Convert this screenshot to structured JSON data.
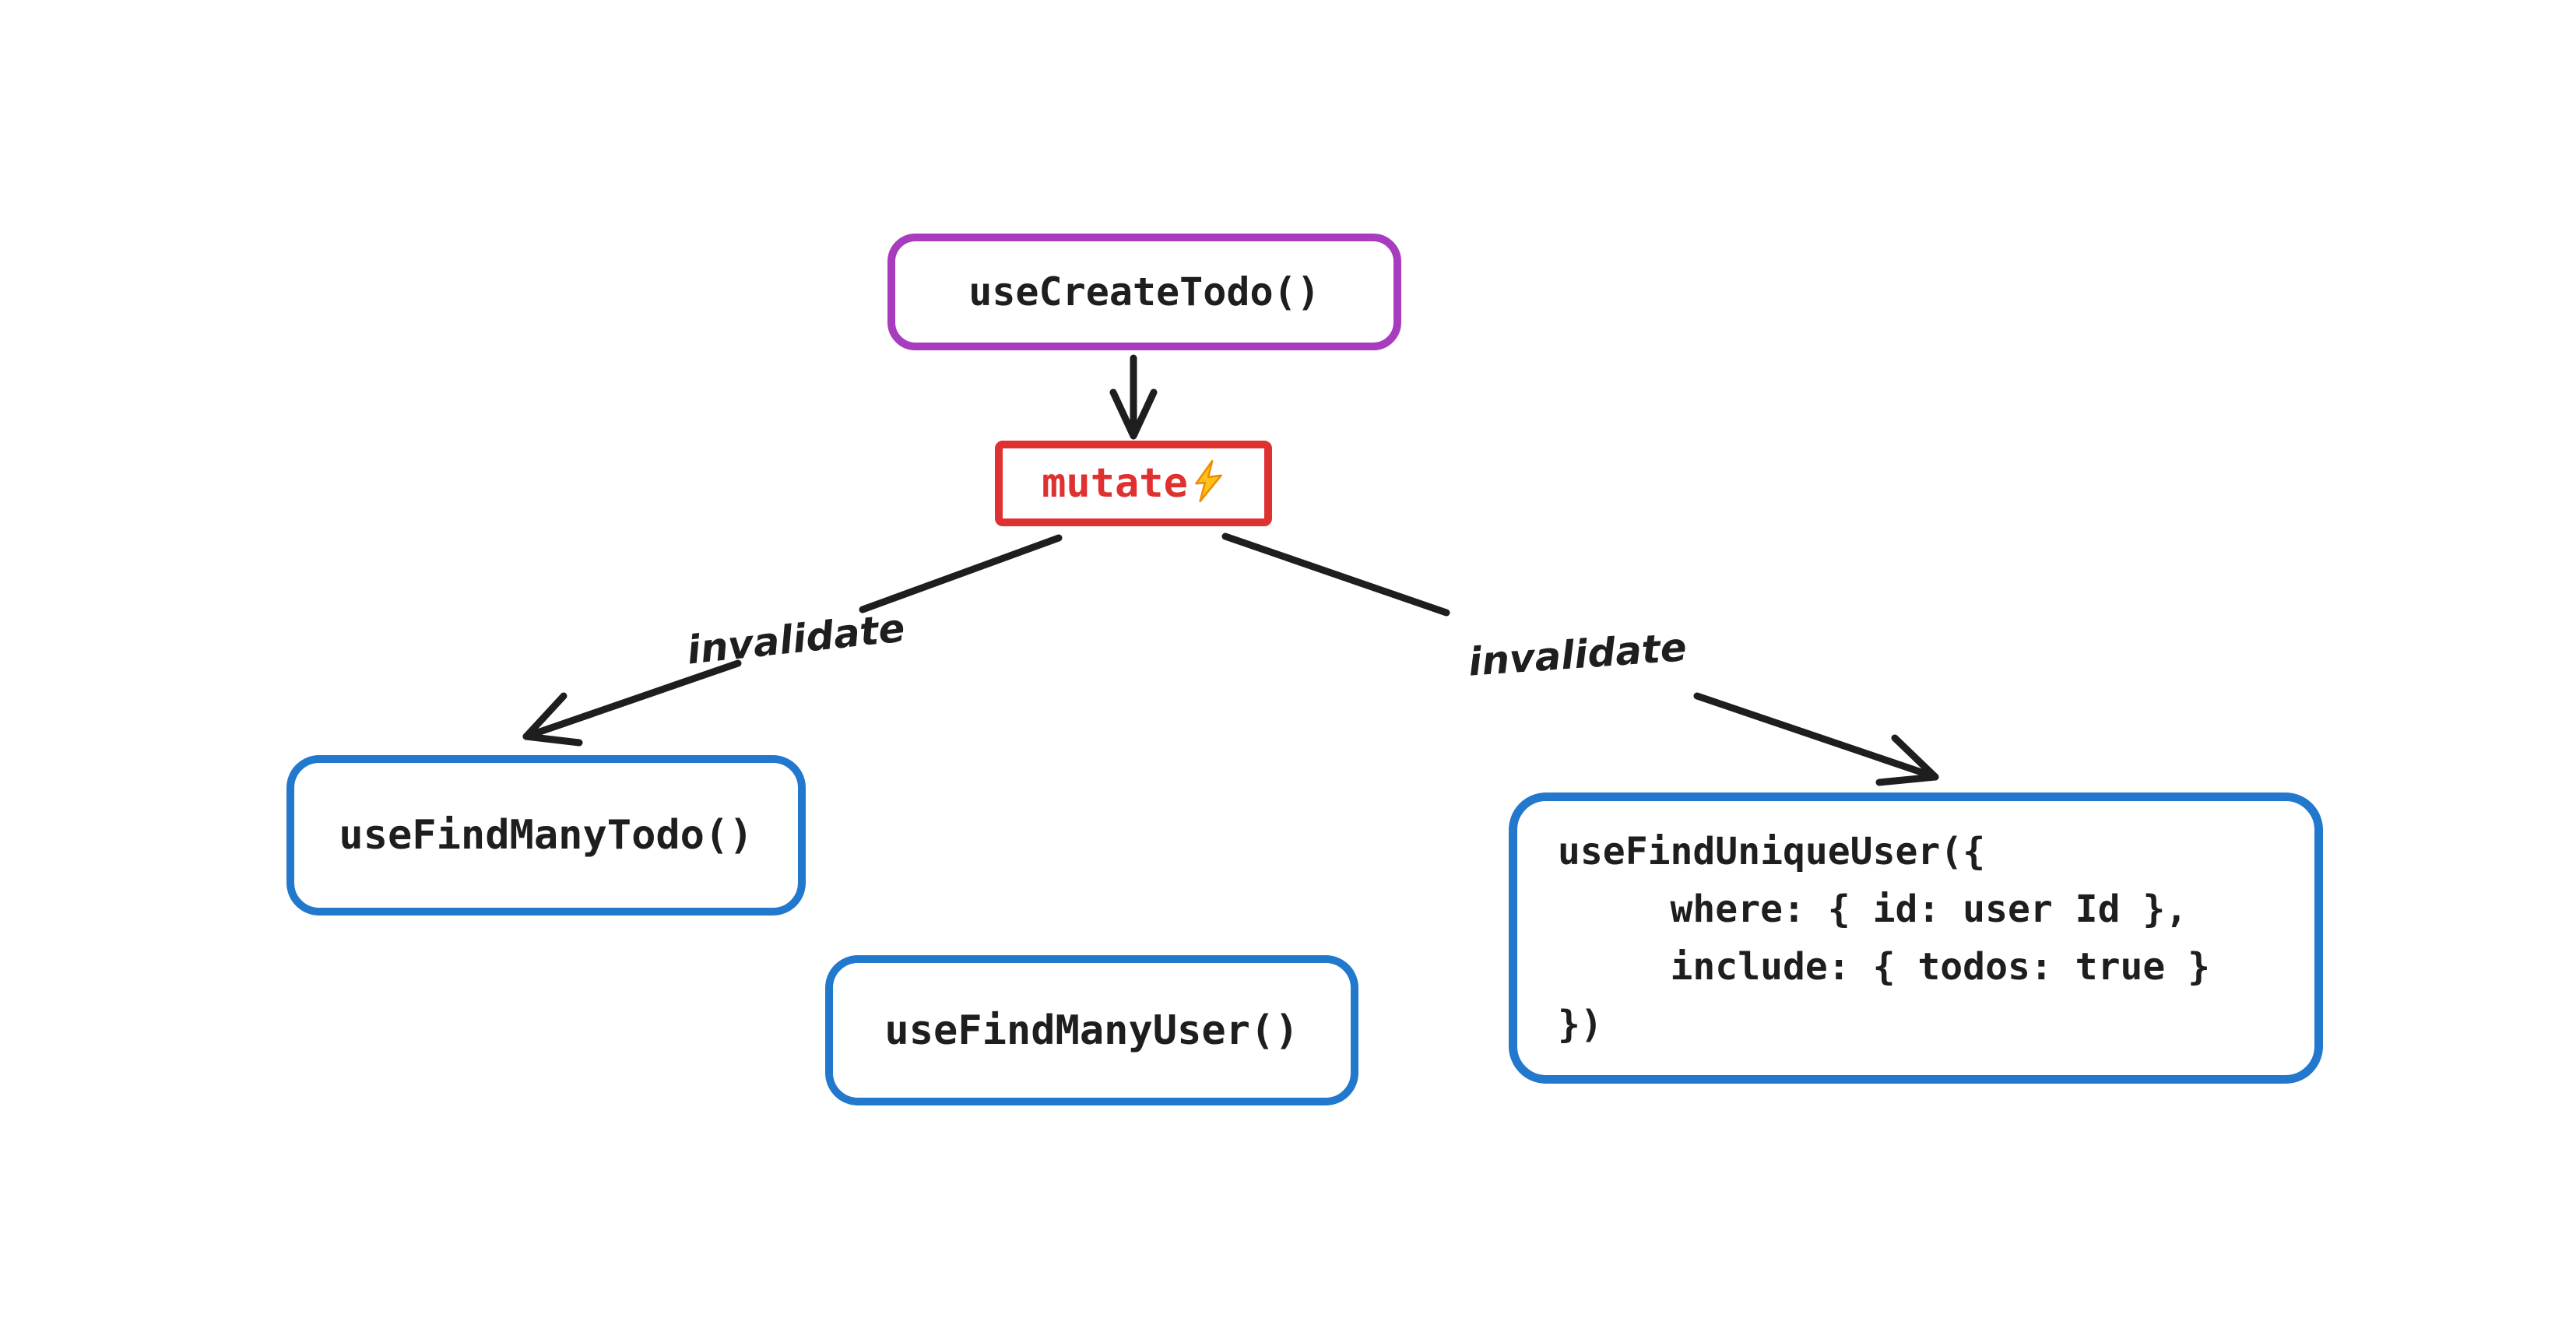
{
  "diagram": {
    "background_color": "#ffffff",
    "ink_color": "#1e1e1e",
    "nodes": {
      "use_create_todo": {
        "label": "useCreateTodo()",
        "stroke_color": "#a83cbf"
      },
      "mutate": {
        "label": "mutate",
        "icon": "lightning-icon",
        "stroke_color": "#e03131",
        "text_color": "#e03131"
      },
      "use_find_many_todo": {
        "label": "useFindManyTodo()",
        "stroke_color": "#2278cc"
      },
      "use_find_many_user": {
        "label": "useFindManyUser()",
        "stroke_color": "#2278cc"
      },
      "use_find_unique_user": {
        "label": "useFindUniqueUser({\n     where: { id: user Id },\n     include: { todos: true }\n})",
        "stroke_color": "#2278cc"
      }
    },
    "edges": {
      "create_to_mutate": {
        "label": ""
      },
      "mutate_to_find_many_todo": {
        "label": "invalidate"
      },
      "mutate_to_find_unique_user": {
        "label": "invalidate"
      }
    },
    "colors": {
      "bolt_fill": "#ffc21d",
      "bolt_stroke": "#f08c00"
    }
  }
}
